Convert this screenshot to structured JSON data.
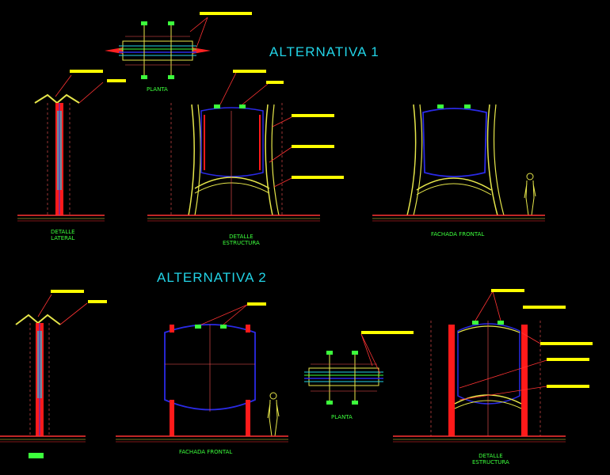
{
  "titles": {
    "alt1": "ALTERNATIVA 1",
    "alt2": "ALTERNATIVA 2"
  },
  "labels": {
    "planta_1": "PLANTA",
    "detalle_lateral_1a": "DETALLE",
    "detalle_lateral_1b": "LATERAL",
    "detalle_estructura_1a": "DETALLE",
    "detalle_estructura_1b": "ESTRUCTURA",
    "fachada_frontal_1": "FACHADA FRONTAL",
    "fachada_frontal_2": "FACHADA FRONTAL",
    "planta_2": "PLANTA",
    "detalle_estructura_2a": "DETALLE",
    "detalle_estructura_2b": "ESTRUCTURA"
  },
  "colors": {
    "background": "#000000",
    "title": "#22d3e6",
    "label": "#3cff3c",
    "callout": "#ffff00",
    "structure": "#e6e64a",
    "tank": "#2a2ae6",
    "column": "#ff1a1a",
    "ground": "#ff3333"
  }
}
